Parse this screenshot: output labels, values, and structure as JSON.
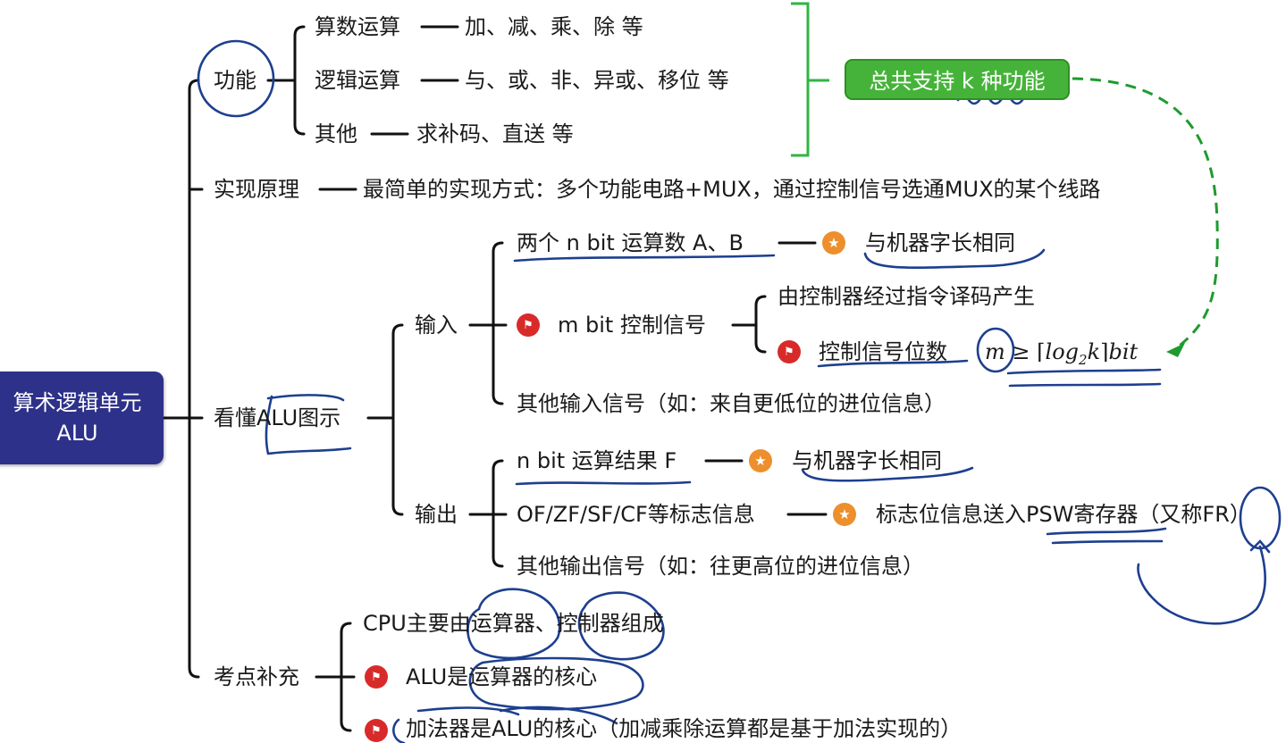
{
  "root": {
    "line1": "算术逻辑单元",
    "line2": "ALU"
  },
  "functions": {
    "label": "功能",
    "arith": {
      "name": "算数运算",
      "desc": "加、减、乘、除 等"
    },
    "logic": {
      "name": "逻辑运算",
      "desc": "与、或、非、异或、移位 等"
    },
    "other": {
      "name": "其他",
      "desc": "求补码、直送 等"
    },
    "summary": "总共支持 k 种功能"
  },
  "principle": {
    "label": "实现原理",
    "desc": "最简单的实现方式：多个功能电路+MUX，通过控制信号选通MUX的某个线路"
  },
  "diagram": {
    "label": "看懂ALU图示",
    "input": {
      "label": "输入",
      "operands": "两个 n bit 运算数 A、B",
      "operands_note": "与机器字长相同",
      "control": "m bit 控制信号",
      "control_src": "由控制器经过指令译码产生",
      "control_bits": "控制信号位数",
      "formula": {
        "m": "m",
        "geq": "≥",
        "ceil_open": "⌈",
        "log": "log",
        "sub": "2",
        "k": "k",
        "ceil_close": "⌉",
        "unit": "bit"
      },
      "other": "其他输入信号（如：来自更低位的进位信息）"
    },
    "output": {
      "label": "输出",
      "result": "n bit 运算结果 F",
      "result_note": "与机器字长相同",
      "flags": "OF/ZF/SF/CF等标志信息",
      "flags_note": "标志位信息送入PSW寄存器（又称FR）",
      "other": "其他输出信号（如：往更高位的进位信息）"
    }
  },
  "exam": {
    "label": "考点补充",
    "item1": "CPU主要由运算器、控制器组成",
    "item2": "ALU是运算器的核心",
    "item3": "加法器是ALU的核心（加减乘除运算都是基于加法实现的）"
  },
  "icons": {
    "star": "star-icon",
    "flag": "flag-icon"
  },
  "colors": {
    "root_bg": "#2e3189",
    "summary_bg": "#45b339",
    "ink": "#1d3f8f",
    "star": "#ec8f2c",
    "flag": "#d92a2a"
  }
}
